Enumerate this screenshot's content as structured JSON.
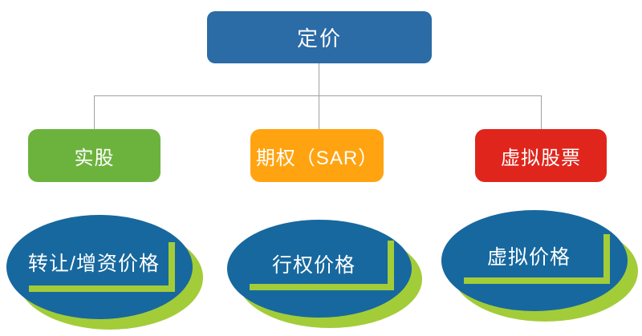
{
  "diagram": {
    "root": {
      "label": "定价"
    },
    "branches": [
      {
        "label": "实股"
      },
      {
        "label": "期权（SAR）"
      },
      {
        "label": "虚拟股票"
      }
    ],
    "price_nodes": [
      {
        "label": "转让/增资价格"
      },
      {
        "label": "行权价格"
      },
      {
        "label": "虚拟价格"
      }
    ]
  },
  "colors": {
    "root_blue": "#2B6BA6",
    "branch_green": "#6CB33E",
    "branch_orange": "#FFA311",
    "branch_red": "#E0261C",
    "ellipse_blue": "#17689E",
    "accent_green": "#A3CC39",
    "connector_gray": "#A0A0A0",
    "text_white": "#FFFFFF"
  }
}
